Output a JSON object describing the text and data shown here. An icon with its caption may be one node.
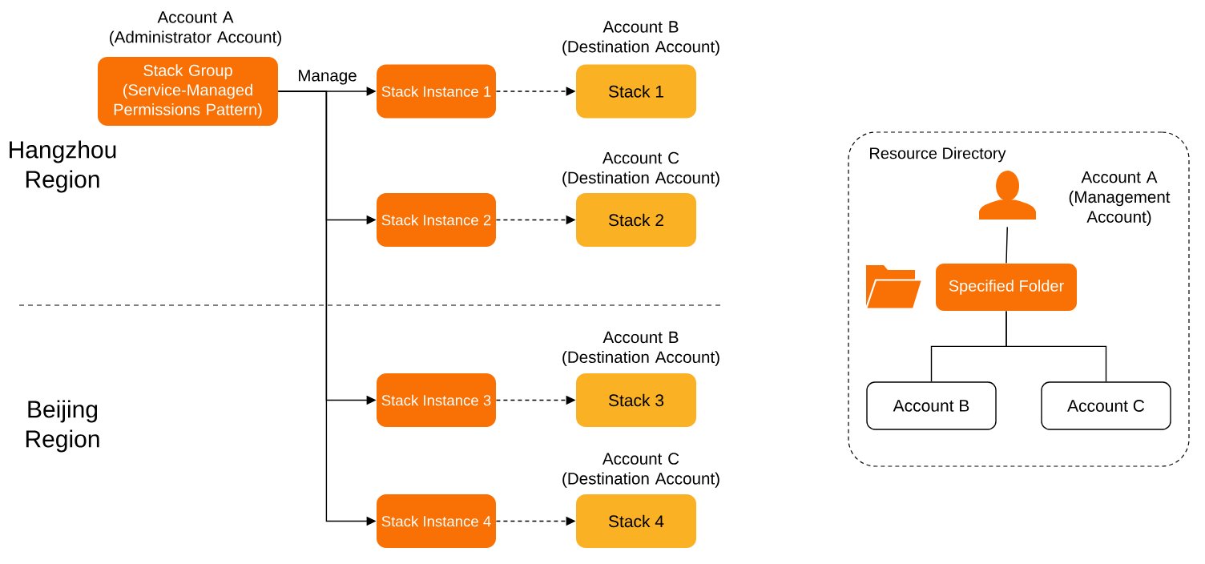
{
  "diagram": {
    "nodes": [
      {
        "text": [
          "Stack Group (Service-Managed Permissions Pattern)"
        ],
        "beside": [
          "Account A (Administrator Account)"
        ]
      },
      {
        "text": [
          "Stack Instance 1"
        ]
      },
      {
        "text": [
          "Stack Instance 2"
        ]
      },
      {
        "text": [
          "Stack Instance 3"
        ]
      },
      {
        "text": [
          "Stack Instance 4"
        ]
      },
      {
        "text": [
          "Stack 1"
        ],
        "beside": [
          "Account B (Destination Account)"
        ]
      },
      {
        "text": [
          "Stack 2"
        ],
        "beside": [
          "Account C (Destination Account)"
        ]
      },
      {
        "text": [
          "Stack 3"
        ],
        "beside": [
          "Account B (Destination Account)"
        ]
      },
      {
        "text": [
          "Stack 4"
        ],
        "beside": [
          "Account C (Destination Account)"
        ]
      },
      {
        "text": [
          "Resource Directory"
        ]
      },
      {
        "text": [],
        "shape": "person",
        "in": 9,
        "beside": [
          "Account A (Management Account)"
        ]
      },
      {
        "text": [
          "Specified Folder"
        ],
        "in": 9
      },
      {
        "text": [
          "Account B"
        ],
        "in": 9
      },
      {
        "text": [
          "Account C"
        ],
        "in": 9
      }
    ],
    "edges": [
      {
        "from": 0,
        "to": 1,
        "arrow": "to",
        "label": "Manage"
      },
      {
        "from": 0,
        "to": 2,
        "arrow": "to"
      },
      {
        "from": 0,
        "to": 3,
        "arrow": "to"
      },
      {
        "from": 0,
        "to": 4,
        "arrow": "to"
      },
      {
        "from": 1,
        "to": 5,
        "arrow": "to",
        "style": "dashed"
      },
      {
        "from": 2,
        "to": 6,
        "arrow": "to",
        "style": "dashed"
      },
      {
        "from": 3,
        "to": 7,
        "arrow": "to",
        "style": "dashed"
      },
      {
        "from": 4,
        "to": 8,
        "arrow": "to",
        "style": "dashed"
      },
      {
        "from": 10,
        "to": 11,
        "arrow": "none"
      },
      {
        "from": 11,
        "to": 12,
        "arrow": "none"
      },
      {
        "from": 11,
        "to": 13,
        "arrow": "none"
      }
    ],
    "labels": [
      "Hangzhou Region",
      "Beijing Region"
    ]
  }
}
